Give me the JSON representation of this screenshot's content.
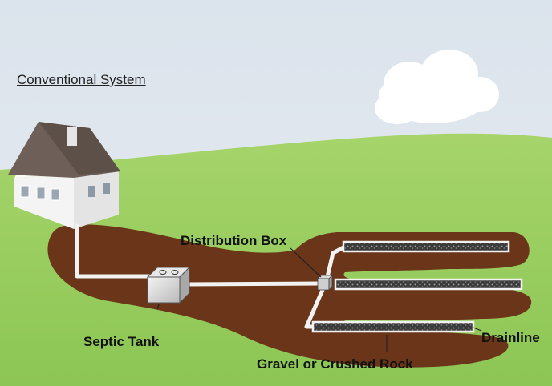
{
  "diagram": {
    "title": "Conventional System",
    "labels": {
      "distribution_box": "Distribution Box",
      "septic_tank": "Septic Tank",
      "drainline": "Drainline",
      "gravel": "Gravel or Crushed Rock"
    },
    "colors": {
      "sky": "#dfe6ee",
      "grass": "#9ccf63",
      "soil": "#6a3518",
      "pipe": "#f2f2f2",
      "roof": "#6e6058",
      "wall": "#f4f4f4"
    }
  }
}
